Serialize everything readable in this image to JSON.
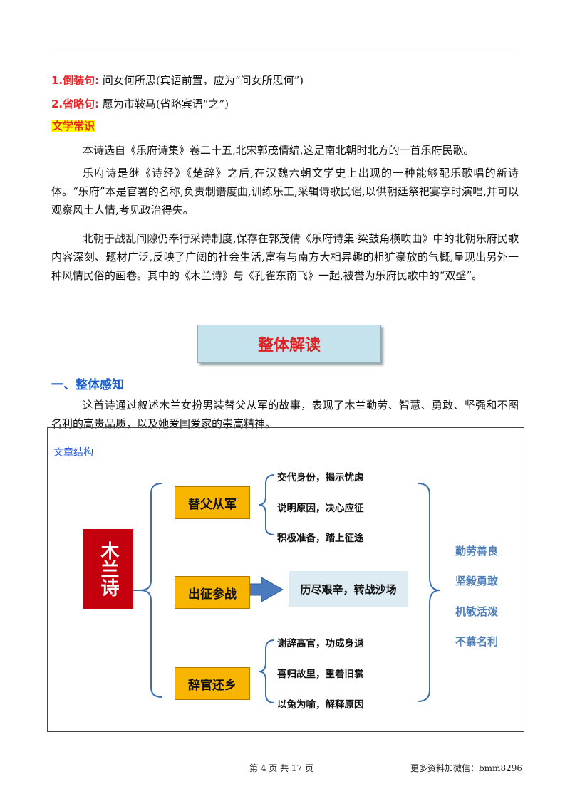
{
  "items": [
    {
      "label": "1.倒装句:",
      "text": "问女何所思(宾语前置，应为“问女所思何”)"
    },
    {
      "label": "2.省略句:",
      "text": "愿为市鞍马(省略宾语“之”)"
    }
  ],
  "literary_label": "文学常识",
  "paragraphs": [
    "本诗选自《乐府诗集》卷二十五,北宋郭茂倩编,这是南北朝时北方的一首乐府民歌。",
    "乐府诗是继《诗经》《楚辞》之后,在汉魏六朝文学史上出现的一种能够配乐歌唱的新诗体。“乐府”本是官署的名称,负责制谱度曲,训练乐工,采辑诗歌民谣,以供朝廷祭祀宴享时演唱,并可以观察风土人情,考见政治得失。",
    "北朝于战乱间隙仍奉行采诗制度,保存在郭茂倩《乐府诗集·梁鼓角横吹曲》中的北朝乐府民歌内容深刻、题材广泛,反映了广阔的社会生活,富有与南方大相异趣的粗犷豪放的气概,呈现出另外一种风情民俗的画卷。其中的《木兰诗》与《孔雀东南飞》一起,被誉为乐府民歌中的“双壁”。"
  ],
  "banner": "整体解读",
  "section_title": "一、整体感知",
  "summary": "这首诗通过叙述木兰女扮男装替父从军的故事，表现了木兰勤劳、智慧、勇敢、坚强和不图名利的高贵品质，以及她爱国爱家的崇高精神。",
  "diagram": {
    "title": "文章结构",
    "root": "木兰诗",
    "branches": [
      {
        "label": "替父从军",
        "leaves": [
          "交代身份，揭示忧虑",
          "说明原因，决心应征",
          "积极准备，踏上征途"
        ]
      },
      {
        "label": "出征参战",
        "result": "历尽艰辛，转战沙场"
      },
      {
        "label": "辞官还乡",
        "leaves": [
          "谢辞高官，功成身退",
          "喜归故里，重着旧裳",
          "以兔为喻，解释原因"
        ]
      }
    ],
    "traits": [
      "勤劳善良",
      "坚毅勇敢",
      "机敏活泼",
      "不慕名利"
    ],
    "colors": {
      "root": "#c4000f",
      "branch": "#f7b500",
      "arrow": "#4a7bbf",
      "brace": "#3b6fb0",
      "trait": "#4f7fb8"
    }
  },
  "footer": {
    "page": "第 4 页 共 17 页",
    "contact": "更多资料加微信：bmm8296"
  }
}
